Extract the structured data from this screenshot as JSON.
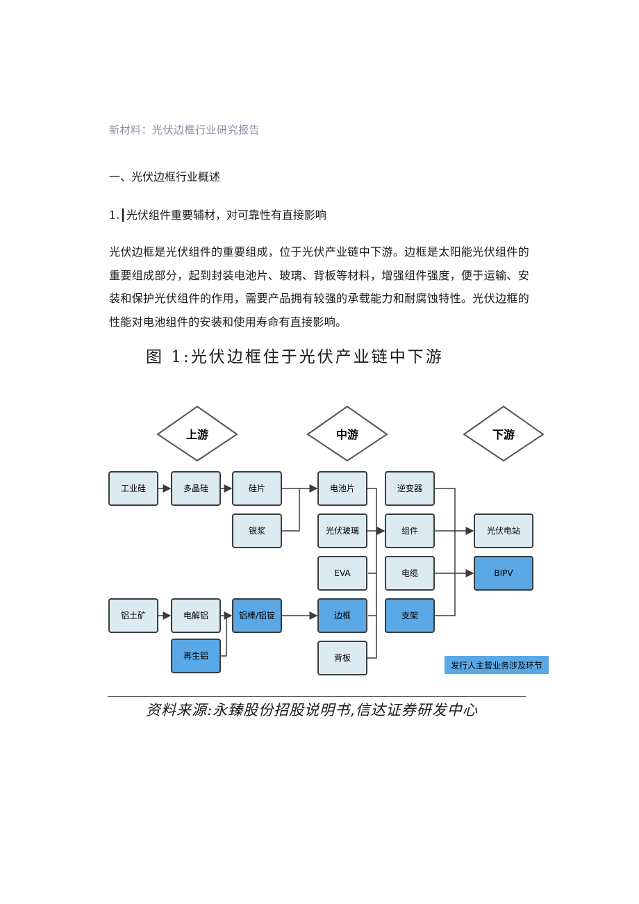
{
  "header": {
    "running_title": "新材料：光伏边框行业研究报告"
  },
  "section": {
    "heading": "一、光伏边框行业概述"
  },
  "subsection": {
    "heading": "1.┃光伏组件重要辅材，对可靠性有直接影响"
  },
  "body": {
    "paragraph": "光伏边框是光伏组件的重要组成，位于光伏产业链中下游。边框是太阳能光伏组件的重要组成部分，起到封装电池片、玻璃、背板等材料，增强组件强度，便于运输、安装和保护光伏组件的作用，需要产品拥有较强的承载能力和耐腐蚀特性。光伏边框的性能对电池组件的安装和使用寿命有直接影响。"
  },
  "figure": {
    "title": "图 1:光伏边框住于光伏产业链中下游",
    "source": "资料来源:永臻股份招股说明书,信达证券研发中心",
    "colors": {
      "plain_fill": "#dcebf2",
      "highlight_fill": "#5aa8e6",
      "stroke": "#3c3c3c"
    },
    "stages": {
      "upstream": "上游",
      "midstream": "中游",
      "downstream": "下游"
    },
    "nodes": {
      "industrial_silicon": "工业硅",
      "polysilicon": "多晶硅",
      "wafer": "硅片",
      "silver_paste": "银浆",
      "cell": "电池片",
      "pv_glass": "光伏玻璃",
      "eva": "EVA",
      "frame": "边框",
      "backsheet": "背板",
      "inverter": "逆变器",
      "module": "组件",
      "cable": "电缆",
      "bracket": "支架",
      "pv_plant": "光伏电站",
      "bipv": "BIPV",
      "bauxite": "铝土矿",
      "electrolytic_al": "电解铝",
      "recycled_al": "再生铝",
      "al_rod_ingot": "铝棒/铝锭"
    },
    "legend": "发行人主营业务涉及环节"
  }
}
